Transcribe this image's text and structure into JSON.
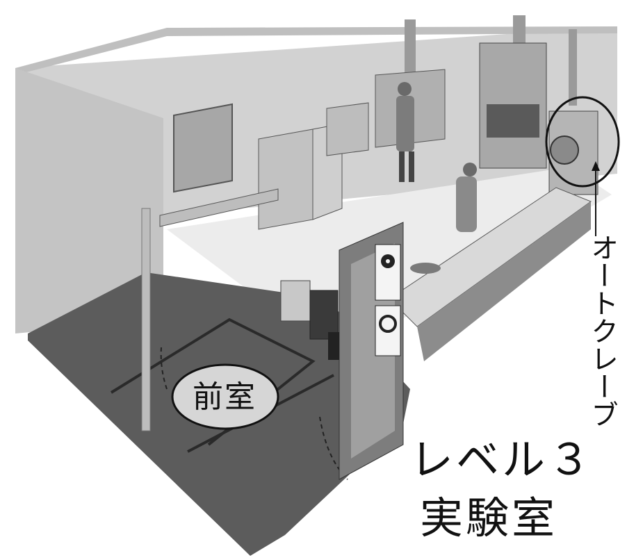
{
  "labels": {
    "anteroom": "前室",
    "autoclave": "オートクレーブ",
    "level": "レベル３",
    "laboratory": "実験室"
  },
  "signs": {
    "radiation_icon": "radiation-icon",
    "biohazard_icon": "biohazard-icon"
  },
  "colors": {
    "wall": "#c9c9c9",
    "floor": "#e8e8e8",
    "anteroom_floor": "#5e5e5e",
    "equipment": "#bdbdbd",
    "outline": "#111111"
  }
}
